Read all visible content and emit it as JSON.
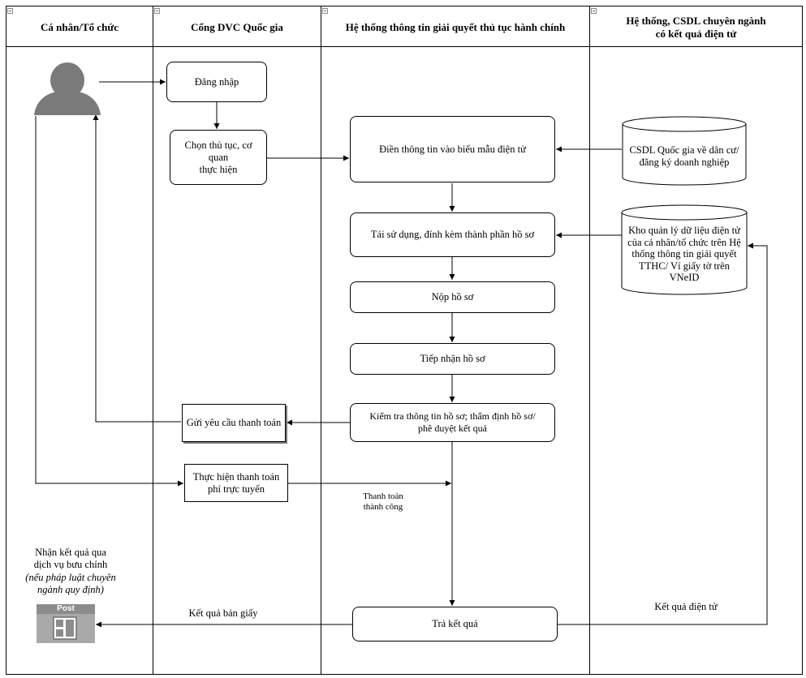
{
  "lanes": [
    {
      "title": "Cá nhân/Tổ chức"
    },
    {
      "title": "Cổng DVC Quốc gia"
    },
    {
      "title": "Hệ thống thông tin giải quyết thủ tục hành chính"
    },
    {
      "title": "Hệ thống, CSDL chuyên ngành\ncó kết quả điện tử"
    }
  ],
  "nodes": {
    "dang_nhap": "Đăng nhập",
    "chon_thu_tuc": "Chọn thủ tục, cơ quan\nthực hiện",
    "dien_thong_tin": "Điền thông tin vào biểu mẫu điện tử",
    "tai_su_dung": "Tái sử dụng, đính kèm thành phần hồ sơ",
    "nop_ho_so": "Nộp hồ sơ",
    "tiep_nhan": "Tiếp nhận hồ sơ",
    "kiem_tra": "Kiểm tra thông tin hồ sơ; thẩm định hồ sơ/\nphê duyệt kết quả",
    "gui_yeu_cau": "Gửi yêu cầu thanh toán",
    "thuc_hien_tt": "Thực hiện thanh toán\nphí trực tuyến",
    "tra_ket_qua": "Trả kết quả",
    "csdl_qg": "CSDL Quốc gia về dân cư/\nđăng ký doanh nghiệp",
    "kho_quan_ly": "Kho quản lý dữ liệu điện tử\ncủa cá nhân/tổ chức trên Hệ\nthống thông tin giải quyết\nTTHC/ Ví giấy tờ trên\nVNeID"
  },
  "labels": {
    "thanh_toan_thanh_cong": "Thanh toán\nthành công",
    "ket_qua_ban_giay": "Kết quả bản giấy",
    "ket_qua_dien_tu": "Kết quả điện tử",
    "nhan_ket_qua": "Nhận kết quả qua\ndịch vụ bưu chính",
    "nhan_ket_qua_note": "(nếu pháp luật chuyên\nngành quy định)",
    "post": "Post"
  },
  "colors": {
    "line": "#000000",
    "lane_border": "#000000",
    "person": "#7a7a7a",
    "post_body": "#a9a9a9",
    "post_header": "#8c8c8c"
  },
  "icons": [
    "user-icon",
    "post-icon"
  ]
}
